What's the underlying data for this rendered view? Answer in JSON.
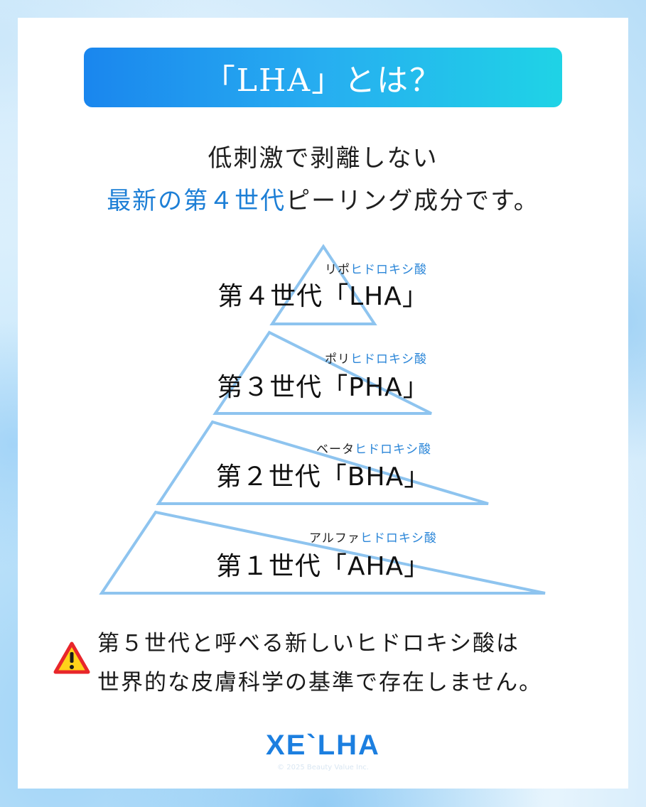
{
  "title": "「LHA」とは？",
  "lead": {
    "line1": "低刺激で剥離しない",
    "line2_accent": "最新の第４世代",
    "line2_rest": "ピーリング成分です。"
  },
  "tiers": [
    {
      "label": "第４世代「LHA」",
      "sub_plain": "リポ",
      "sub_accent": "ヒドロキシ酸"
    },
    {
      "label": "第３世代「PHA」",
      "sub_plain": "ポリ",
      "sub_accent": "ヒドロキシ酸"
    },
    {
      "label": "第２世代「BHA」",
      "sub_plain": "ベータ",
      "sub_accent": "ヒドロキシ酸"
    },
    {
      "label": "第１世代「AHA」",
      "sub_plain": "アルファ",
      "sub_accent": "ヒドロキシ酸"
    }
  ],
  "warning": {
    "line1": "第５世代と呼べる新しいヒドロキシ酸は",
    "line2": "世界的な皮膚科学の基準で存在しません。"
  },
  "logo": "XE`LHA",
  "copyright": "© 2025 Beauty Value Inc.",
  "colors": {
    "accent": "#1d7fd6",
    "pyramid_stroke": "#8ec4ef",
    "warning": "#e8262b"
  }
}
